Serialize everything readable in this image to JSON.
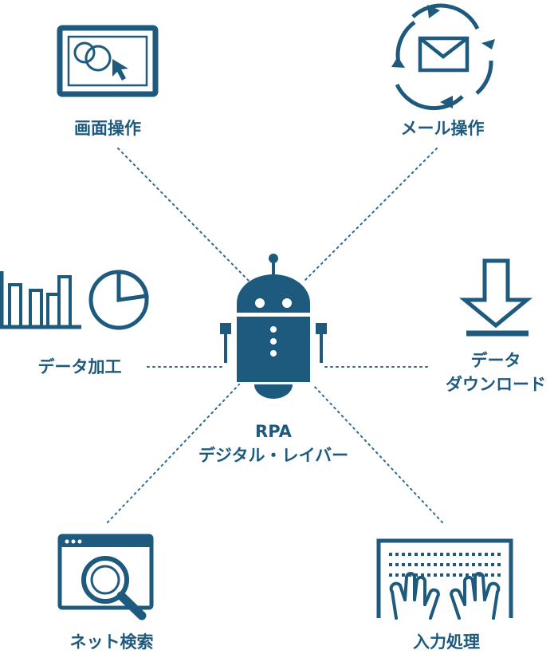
{
  "colors": {
    "primary": "#1e5a7e",
    "connector": "#2c6c8f",
    "background": "#ffffff"
  },
  "center": {
    "line1": "RPA",
    "line2": "デジタル・レイバー",
    "icon": "robot-icon"
  },
  "nodes": [
    {
      "id": "screen",
      "icon": "screen-cursor-icon",
      "lines": [
        "画面操作"
      ]
    },
    {
      "id": "mail",
      "icon": "mail-cycle-icon",
      "lines": [
        "メール操作"
      ]
    },
    {
      "id": "data",
      "icon": "bar-pie-chart-icon",
      "lines": [
        "データ加工"
      ]
    },
    {
      "id": "download",
      "icon": "download-arrow-icon",
      "lines": [
        "データ",
        "ダウンロード"
      ]
    },
    {
      "id": "search",
      "icon": "browser-search-icon",
      "lines": [
        "ネット検索"
      ]
    },
    {
      "id": "input",
      "icon": "keyboard-hands-icon",
      "lines": [
        "入力処理"
      ]
    }
  ]
}
